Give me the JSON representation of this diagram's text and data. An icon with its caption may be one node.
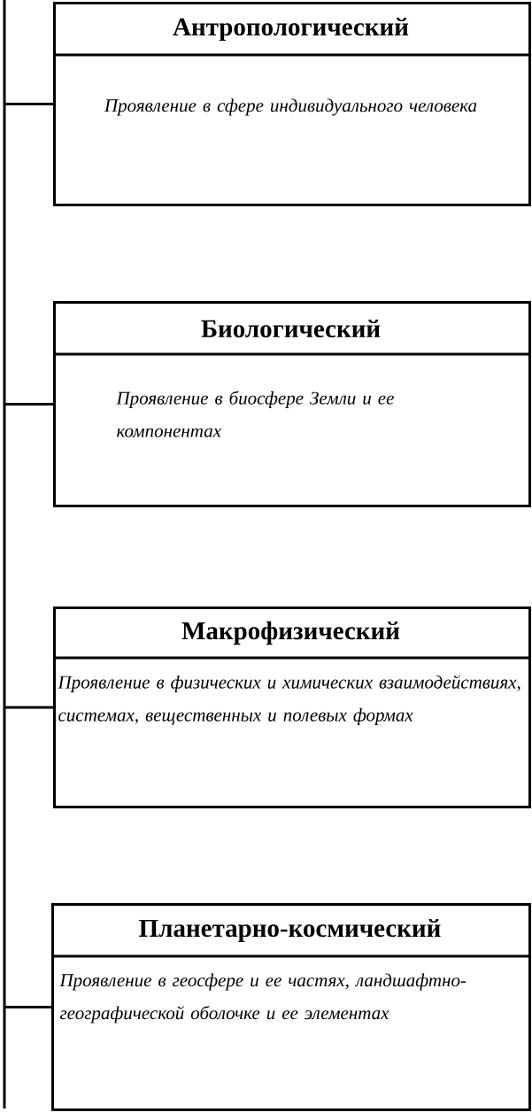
{
  "diagram": {
    "nodes": [
      {
        "text": [
          "Антропологический",
          "Проявление в сфере индивидуального человека"
        ]
      },
      {
        "text": [
          "Биологический",
          "Проявление в биосфере Земли и ее компонентах"
        ]
      },
      {
        "text": [
          "Макрофизический",
          "Проявление в физических и химических взаимодействиях, системах, вещественных и полевых формах"
        ]
      },
      {
        "text": [
          "Планетарно-космический",
          "Проявление в геосфере и ее частях, ландшафтно-географической оболочке и ее элементах"
        ]
      }
    ],
    "edges": [
      {
        "from": null,
        "to": 0,
        "arrow": "none"
      },
      {
        "from": null,
        "to": 1,
        "arrow": "none"
      },
      {
        "from": null,
        "to": 2,
        "arrow": "none"
      },
      {
        "from": null,
        "to": 3,
        "arrow": "none"
      }
    ]
  }
}
